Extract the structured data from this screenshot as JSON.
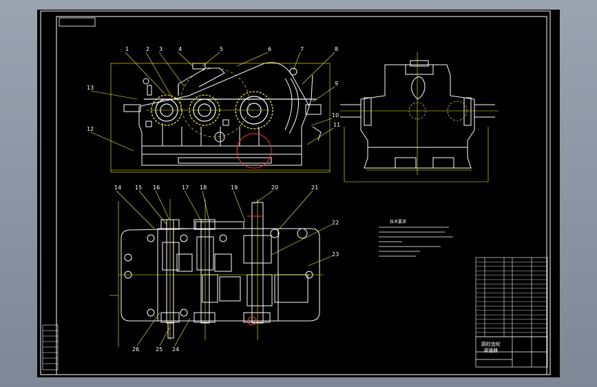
{
  "drawing": {
    "callouts_front": [
      "1",
      "2",
      "3",
      "4",
      "5",
      "6",
      "7",
      "8",
      "9",
      "10",
      "11",
      "12",
      "13"
    ],
    "callouts_plan": [
      "14",
      "15",
      "16",
      "17",
      "18",
      "19",
      "20",
      "21",
      "22",
      "23",
      "24",
      "25",
      "26"
    ],
    "tech_requirements_title": "技术要求",
    "title_block": {
      "name_line1": "圆柱齿轮",
      "name_line2": "减速器"
    },
    "colors": {
      "background": "#000000",
      "outline": "#ffffff",
      "centerline": "#ffff00",
      "highlight": "#ff0000"
    }
  }
}
